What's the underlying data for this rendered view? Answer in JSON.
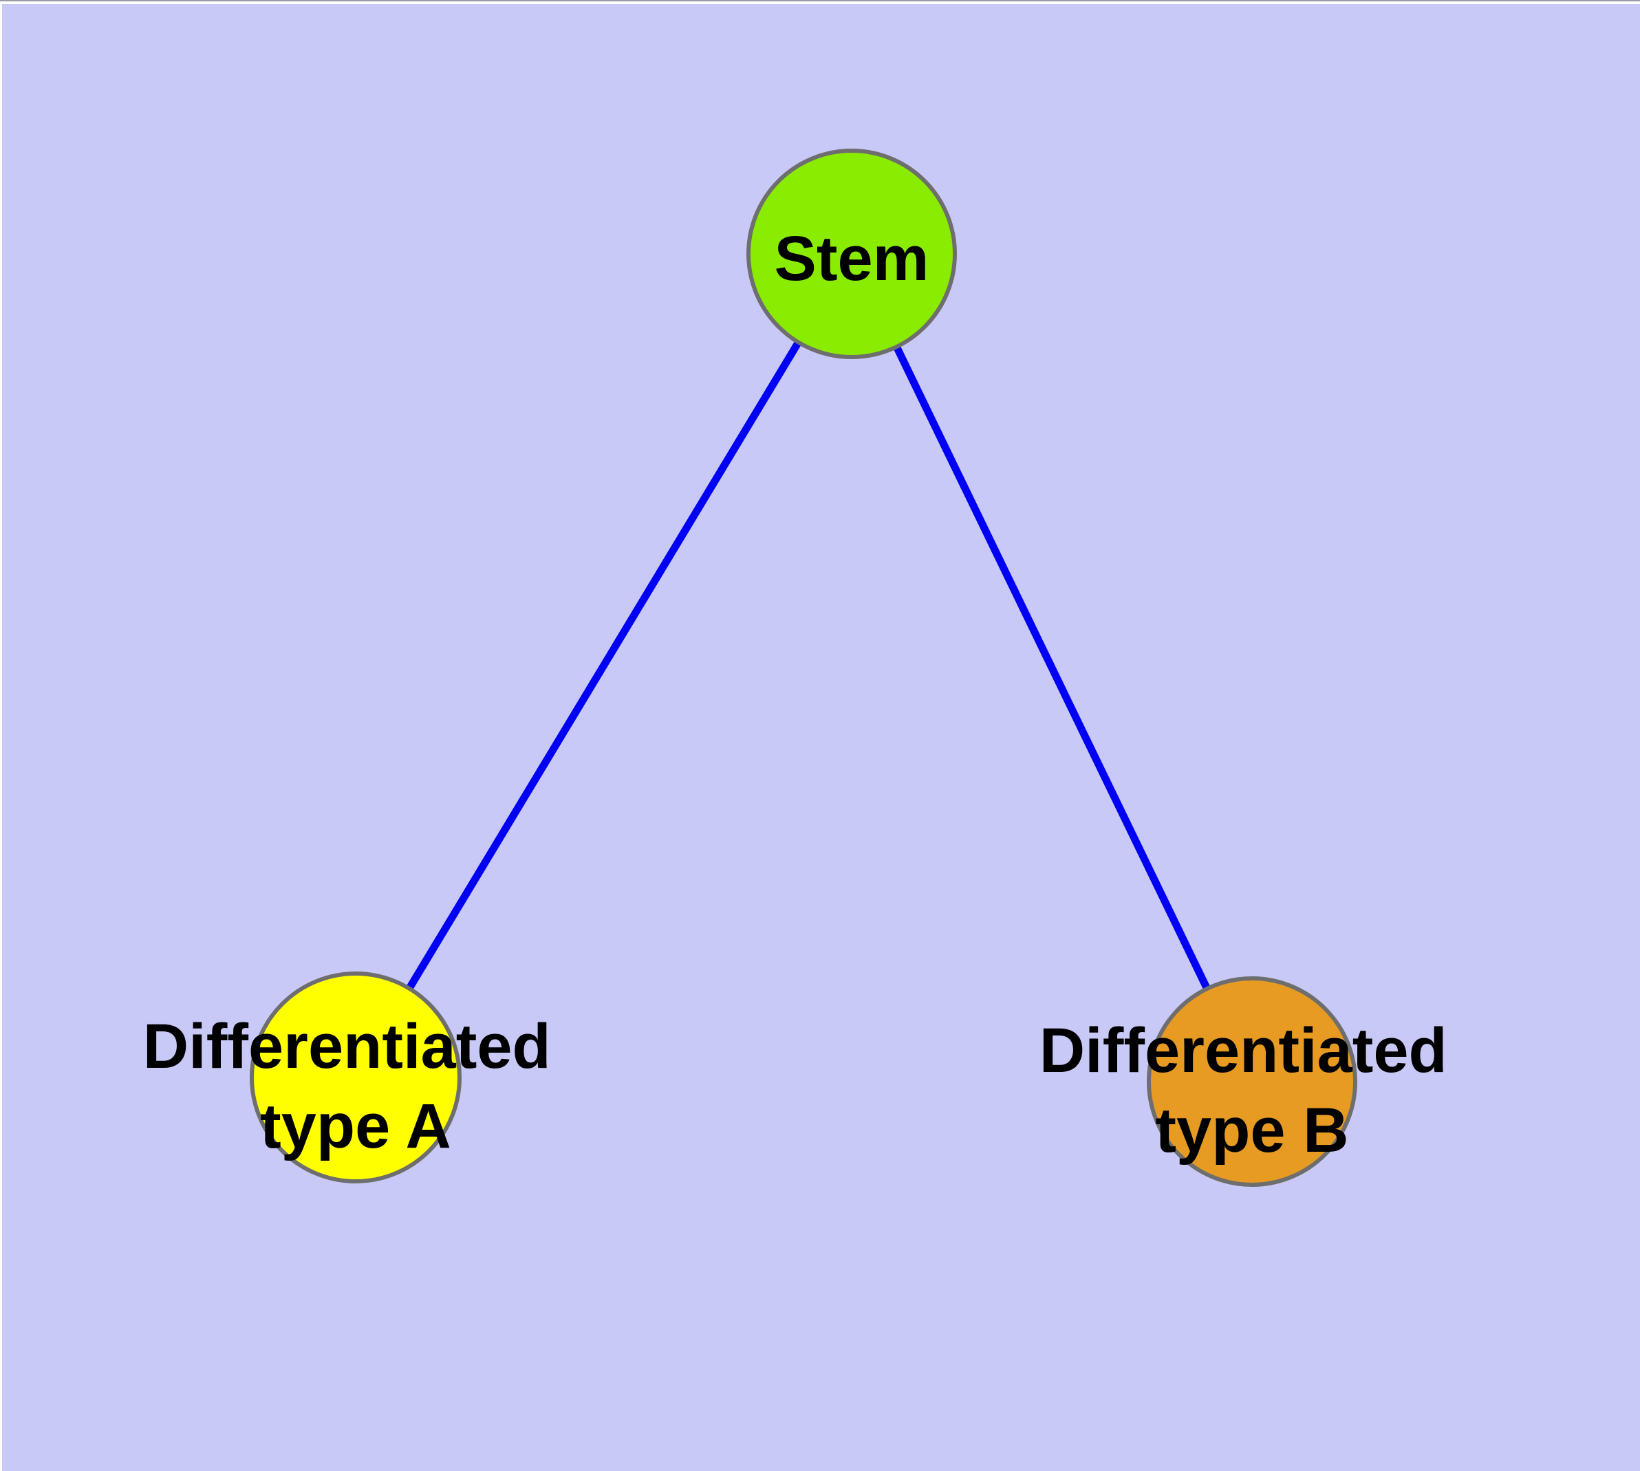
{
  "diagram": {
    "type": "node-link-graph",
    "background_color": "#C9C9F8",
    "edge_color": "#0000F5",
    "node_border_color": "#6E6E6E",
    "label_color": "#000000",
    "edge_artifact": {
      "top_line_color": "#9A9AA6",
      "margin_color": "#FFFFFF"
    },
    "nodes": [
      {
        "id": "stem",
        "lines": [
          "Stem"
        ],
        "color": "#8AEC00"
      },
      {
        "id": "differentiated-type-a",
        "lines": [
          "Differentiated",
          "type A"
        ],
        "color": "#FFFF00"
      },
      {
        "id": "differentiated-type-b",
        "lines": [
          "Differentiated",
          "type B"
        ],
        "color": "#E79B22"
      }
    ],
    "edges": [
      {
        "from": "stem",
        "to": "differentiated-type-a"
      },
      {
        "from": "stem",
        "to": "differentiated-type-b"
      }
    ]
  }
}
